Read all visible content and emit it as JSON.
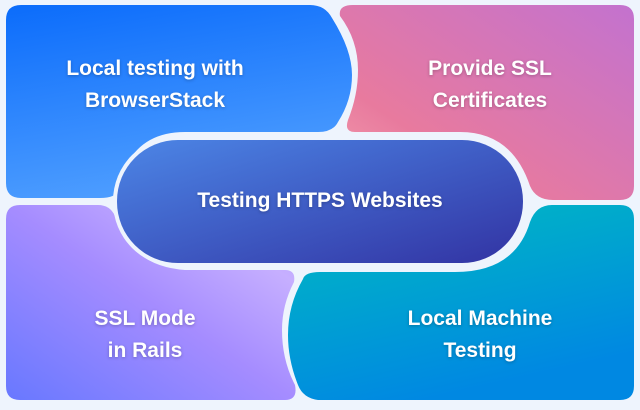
{
  "diagram": {
    "center": {
      "label": "Testing HTTPS Websites",
      "color_start": "#4a7fe0",
      "color_end": "#3535a8"
    },
    "quadrants": [
      {
        "position": "top-left",
        "lines": [
          "Local testing with",
          "BrowserStack"
        ],
        "color_start": "#0d6efd",
        "color_end": "#4a9bff"
      },
      {
        "position": "top-right",
        "lines": [
          "Provide SSL",
          "Certificates"
        ],
        "color_start": "#f29aa8",
        "color_end": "#c474cc"
      },
      {
        "position": "bottom-left",
        "lines": [
          "SSL Mode",
          "in Rails"
        ],
        "color_start": "#6b7cff",
        "color_end": "#c7b0ff"
      },
      {
        "position": "bottom-right",
        "lines": [
          "Local Machine",
          "Testing"
        ],
        "color_start": "#00b9c2",
        "color_end": "#0087e0"
      }
    ],
    "background": "#eef4fd"
  }
}
